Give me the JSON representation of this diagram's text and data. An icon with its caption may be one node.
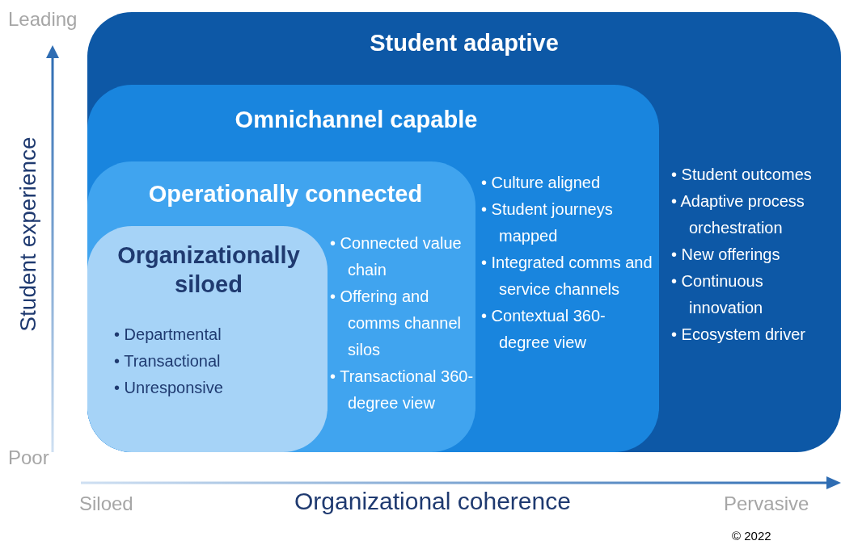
{
  "diagram": {
    "nodes": [
      {
        "text": [
          "Student adaptive",
          "• Student outcomes",
          "• Adaptive process orchestration",
          "• New offerings",
          "• Continuous innovation",
          "• Ecosystem driver"
        ]
      },
      {
        "text": [
          "Omnichannel capable",
          "• Culture aligned",
          "• Student journeys mapped",
          "• Integrated comms and service channels",
          "• Contextual 360-degree view"
        ],
        "in": 0
      },
      {
        "text": [
          "Operationally connected",
          "• Connected value chain",
          "• Offering and comms channel silos",
          "• Transactional 360-degree view"
        ],
        "in": 1
      },
      {
        "text": [
          "Organizationally siloed",
          "• Departmental",
          "• Transactional",
          "• Unresponsive"
        ],
        "in": 2
      }
    ],
    "edges": [],
    "labels": [
      "Leading",
      "Student experience",
      "Poor",
      "Siloed",
      "Organizational coherence",
      "Pervasive",
      "© 2022"
    ]
  }
}
